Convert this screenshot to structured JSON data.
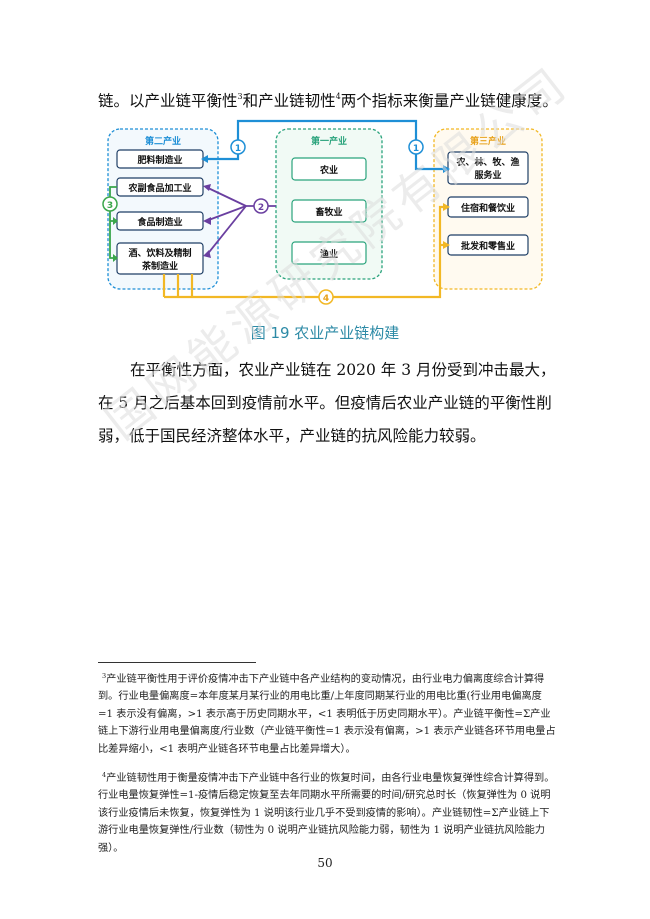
{
  "intro": {
    "part1": "链。以产业链平衡性",
    "sup1": "3",
    "part2": "和产业链韧性",
    "sup2": "4",
    "part3": "两个指标来衡量产业链健康度。"
  },
  "figure": {
    "secondary": {
      "title": "第二产业",
      "items": [
        "肥料制造业",
        "农副食品加工业",
        "食品制造业",
        "酒、饮料及精制",
        "茶制造业"
      ]
    },
    "primary": {
      "title": "第一产业",
      "items": [
        "农业",
        "畜牧业",
        "渔业"
      ]
    },
    "tertiary": {
      "title": "第三产业",
      "items": [
        "农、林、牧、渔",
        "服务业",
        "住宿和餐饮业",
        "批发和零售业"
      ]
    },
    "markers": [
      "1",
      "1",
      "2",
      "3",
      "4"
    ],
    "caption": "图 19  农业产业链构建",
    "colors": {
      "blue": "#1e8fd6",
      "purple": "#6a3fa0",
      "green": "#3aa64b",
      "yellow": "#f2b825",
      "dark_box": "#1f3f66",
      "teal_title": "#2aa37c",
      "orange_title": "#e8a21c"
    }
  },
  "body_text": "在平衡性方面，农业产业链在 2020 年 3 月份受到冲击最大，在 5 月之后基本回到疫情前水平。但疫情后农业产业链的平衡性削弱，低于国民经济整体水平，产业链的抗风险能力较弱。",
  "watermark": "国网能源研究院有限公司",
  "footnote3": {
    "mark": "3",
    "text": "产业链平衡性用于评价疫情冲击下产业链中各产业结构的变动情况，由行业电力偏离度综合计算得到。行业电量偏离度=本年度某月某行业的用电比重/上年度同期某行业的用电比重(行业用电偏离度=1 表示没有偏离，>1 表示高于历史同期水平，<1 表明低于历史同期水平）。产业链平衡性=Σ产业链上下游行业用电量偏离度/行业数（产业链平衡性=1 表示没有偏离，>1 表示产业链各环节用电量占比差异缩小，<1 表明产业链各环节电量占比差异增大）。"
  },
  "footnote4": {
    "mark": "4",
    "text": "产业链韧性用于衡量疫情冲击下产业链中各行业的恢复时间，由各行业电量恢复弹性综合计算得到。行业电量恢复弹性=1-疫情后稳定恢复至去年同期水平所需要的时间/研究总时长（恢复弹性为 0 说明该行业疫情后未恢复，恢复弹性为 1 说明该行业几乎不受到疫情的影响）。产业链韧性=Σ产业链上下游行业电量恢复弹性/行业数（韧性为 0 说明产业链抗风险能力弱，韧性为 1 说明产业链抗风险能力强）。"
  },
  "page_number": "50"
}
